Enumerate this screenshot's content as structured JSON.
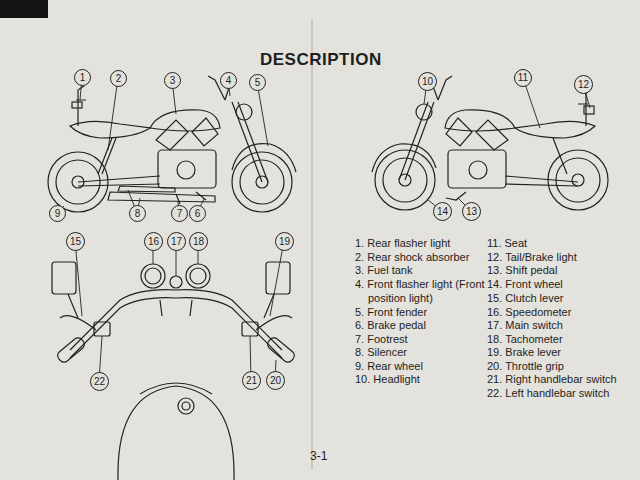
{
  "diagram": {
    "title": "DESCRIPTION",
    "nodes": [
      {
        "text": [
          "1"
        ]
      },
      {
        "text": [
          "2"
        ]
      },
      {
        "text": [
          "3"
        ]
      },
      {
        "text": [
          "4"
        ]
      },
      {
        "text": [
          "5"
        ]
      },
      {
        "text": [
          "6"
        ]
      },
      {
        "text": [
          "7"
        ]
      },
      {
        "text": [
          "8"
        ]
      },
      {
        "text": [
          "9"
        ]
      },
      {
        "text": [
          "10"
        ]
      },
      {
        "text": [
          "11"
        ]
      },
      {
        "text": [
          "12"
        ]
      },
      {
        "text": [
          "13"
        ]
      },
      {
        "text": [
          "14"
        ]
      },
      {
        "text": [
          "15"
        ]
      },
      {
        "text": [
          "16"
        ]
      },
      {
        "text": [
          "17"
        ]
      },
      {
        "text": [
          "18"
        ]
      },
      {
        "text": [
          "19"
        ]
      },
      {
        "text": [
          "20"
        ]
      },
      {
        "text": [
          "21"
        ]
      },
      {
        "text": [
          "22"
        ]
      }
    ],
    "labels": [
      "1. Rear flasher light",
      "2. Rear shock absorber",
      "3. Fuel tank",
      "4. Front flasher light (Front position light)",
      "5. Front fender",
      "6. Brake pedal",
      "7. Footrest",
      "8. Silencer",
      "9. Rear wheel",
      "10. Headlight",
      "11. Seat",
      "12. Tail/Brake light",
      "13. Shift pedal",
      "14. Front wheel",
      "15. Clutch lever",
      "16. Speedometer",
      "17. Main switch",
      "18. Tachometer",
      "19. Brake lever",
      "20. Throttle grip",
      "21. Right handlebar switch",
      "22. Left handlebar switch",
      "3-1"
    ]
  }
}
